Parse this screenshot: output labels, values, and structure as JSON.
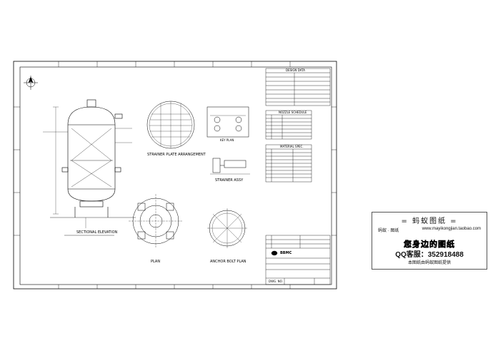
{
  "drawing": {
    "plan_labels": {
      "sectional_elevation": "SECTIONAL ELEVATION",
      "strainer_plate_arrangement": "STRAINER PLATE ARRANGEMENT",
      "strainer_assy": "STRAINER ASSY",
      "plan": "PLAN",
      "anchor_bolt_plan": "ANCHOR BOLT PLAN",
      "key_plan": "KEY PLAN"
    },
    "tables": {
      "design_data": "DESIGN DATA",
      "nozzle_schedule": "NOZZLE SCHEDULE",
      "material_spec": "MATERIAL SPEC."
    },
    "title_block": {
      "company": "BBMC",
      "dwg_no": "DWG. NO."
    }
  },
  "ad": {
    "title": "= 蚂蚁图纸 =",
    "left_text": "蚂蚁 · 图纸",
    "url": "www.mayikongjian.taobao.com",
    "slogan": "您身边的图纸",
    "qq": "QQ客服：352918488",
    "note": "本图纸由蚂蚁图纸提供"
  },
  "colors": {
    "line": "#000000",
    "background": "#ffffff"
  }
}
